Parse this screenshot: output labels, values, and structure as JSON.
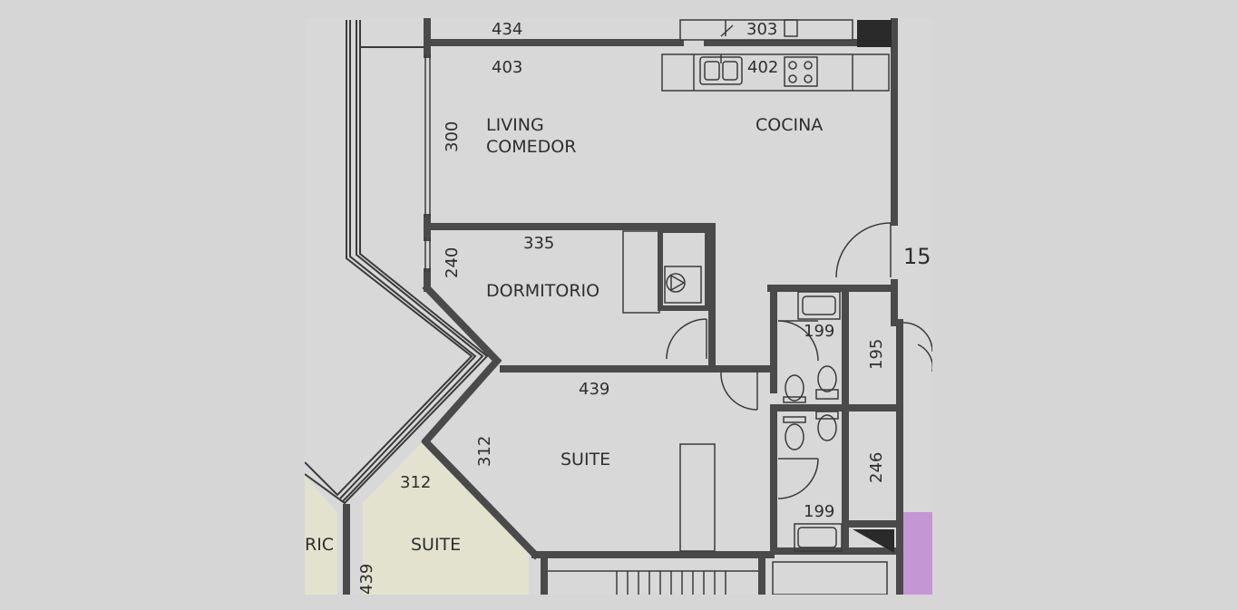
{
  "colors": {
    "background": "#d6d6d6",
    "floor": "#d8d8d8",
    "wall": "#4a4a4a",
    "neighbor_suite": "#e2e2cf",
    "accent_purple": "#c497d4"
  },
  "rooms": {
    "living_line1": "LIVING",
    "living_line2": "COMEDOR",
    "cocina": "COCINA",
    "dormitorio": "DORMITORIO",
    "suite_main": "SUITE",
    "suite_neighbor": "SUITE",
    "partial_left": "RIC"
  },
  "dimensions": {
    "d434": "434",
    "d303": "303",
    "d403": "403",
    "d402": "402",
    "d300": "300",
    "d335": "335",
    "d240": "240",
    "d439_suite": "439",
    "d312_suite": "312",
    "d312_neighbor": "312",
    "d439_neighbor": "439",
    "d199_top": "199",
    "d195": "195",
    "d246": "246",
    "d199_bottom": "199"
  },
  "unit_number": "15",
  "icons": [
    "sink-icon",
    "stove-icon",
    "washer-icon",
    "toilet-icon",
    "bidet-icon",
    "door-swing-icon",
    "stairs-icon"
  ]
}
